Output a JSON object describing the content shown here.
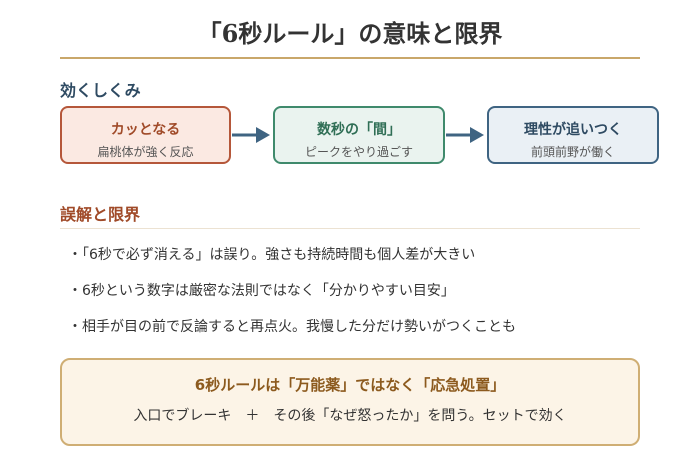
{
  "title": "「6秒ルール」の意味と限界",
  "mechanism": {
    "heading": "効くしくみ",
    "steps": [
      {
        "label": "カッとなる",
        "sub": "扁桃体が強く反応"
      },
      {
        "label": "数秒の「間」",
        "sub": "ピークをやり過ごす"
      },
      {
        "label": "理性が追いつく",
        "sub": "前頭前野が働く"
      }
    ]
  },
  "limits": {
    "heading": "誤解と限界",
    "items": [
      "・「6秒で必ず消える」は誤り。強さも持続時間も個人差が大きい",
      "・6秒という数字は厳密な法則ではなく「分かりやすい目安」",
      "・相手が目の前で反論すると再点火。我慢した分だけ勢いがつくことも"
    ]
  },
  "callout": {
    "title": "6秒ルールは「万能薬」ではなく「応急処置」",
    "body": "入口でブレーキ　＋　その後「なぜ怒ったか」を問う。セットで効く"
  },
  "colors": {
    "accent_gold": "#c9a76a",
    "anger": "#b5573a",
    "pause": "#3f8a6c",
    "reason": "#3f6482",
    "arrow": "#3f6482"
  }
}
